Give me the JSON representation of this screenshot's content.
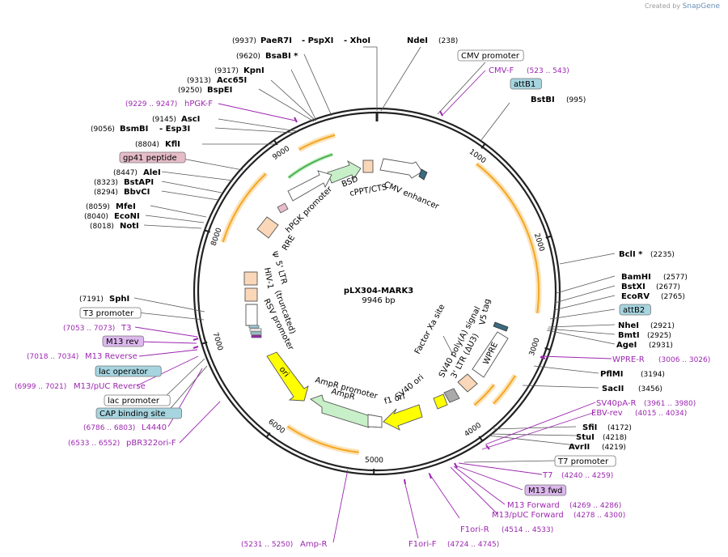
{
  "branding": {
    "created_by": "Created by",
    "app": "SnapGene"
  },
  "plasmid": {
    "name": "pLX304-MARK3",
    "size": "9946 bp",
    "length": 9946
  },
  "ticks": [
    "1000",
    "2000",
    "3000",
    "4000",
    "5000",
    "6000",
    "7000",
    "8000",
    "9000"
  ],
  "sites": [
    {
      "pos": "(9937)",
      "name": "PaeR7I",
      "extra": [
        "- PspXI",
        "- XhoI"
      ]
    },
    {
      "pos": "(238)",
      "name": "NdeI"
    },
    {
      "pos": "(9620)",
      "name": "BsaBI *"
    },
    {
      "pos": "(9317)",
      "name": "KpnI"
    },
    {
      "pos": "(9313)",
      "name": "Acc65I"
    },
    {
      "pos": "(9250)",
      "name": "BspEI"
    },
    {
      "pos": "(995)",
      "name": "BstBI"
    },
    {
      "pos": "(9145)",
      "name": "AscI"
    },
    {
      "pos": "(9056)",
      "name": "BsmBI",
      "extra": [
        "- Esp3I"
      ]
    },
    {
      "pos": "(8804)",
      "name": "KflI"
    },
    {
      "pos": "(8447)",
      "name": "AleI"
    },
    {
      "pos": "(8323)",
      "name": "BstAPI"
    },
    {
      "pos": "(8294)",
      "name": "BbvCI"
    },
    {
      "pos": "(8059)",
      "name": "MfeI"
    },
    {
      "pos": "(8040)",
      "name": "EcoNI"
    },
    {
      "pos": "(8018)",
      "name": "NotI"
    },
    {
      "pos": "(2235)",
      "name": "BclI *"
    },
    {
      "pos": "(2577)",
      "name": "BamHI"
    },
    {
      "pos": "(2677)",
      "name": "BstXI"
    },
    {
      "pos": "(2765)",
      "name": "EcoRV"
    },
    {
      "pos": "(2921)",
      "name": "NheI"
    },
    {
      "pos": "(2925)",
      "name": "BmtI"
    },
    {
      "pos": "(2931)",
      "name": "AgeI"
    },
    {
      "pos": "(3194)",
      "name": "PflMI"
    },
    {
      "pos": "(3456)",
      "name": "SacII"
    },
    {
      "pos": "(7191)",
      "name": "SphI"
    },
    {
      "pos": "(4172)",
      "name": "SfiI"
    },
    {
      "pos": "(4218)",
      "name": "StuI"
    },
    {
      "pos": "(4219)",
      "name": "AvrII"
    }
  ],
  "primers": [
    {
      "name": "CMV-F",
      "range": "(523 .. 543)"
    },
    {
      "name": "hPGK-F",
      "range": "(9229 .. 9247)"
    },
    {
      "name": "T3",
      "range": "(7053 .. 7073)"
    },
    {
      "name": "M13 Reverse",
      "range": "(7018 .. 7034)"
    },
    {
      "name": "M13/pUC Reverse",
      "range": "(6999 .. 7021)"
    },
    {
      "name": "L4440",
      "range": "(6786 .. 6803)"
    },
    {
      "name": "pBR322ori-F",
      "range": "(6533 .. 6552)"
    },
    {
      "name": "WPRE-R",
      "range": "(3006 .. 3026)"
    },
    {
      "name": "SV40pA-R",
      "range": "(3961 .. 3980)"
    },
    {
      "name": "EBV-rev",
      "range": "(4015 .. 4034)"
    },
    {
      "name": "T7",
      "range": "(4240 .. 4259)"
    },
    {
      "name": "M13 Forward",
      "range": "(4269 .. 4286)"
    },
    {
      "name": "M13/pUC Forward",
      "range": "(4278 .. 4300)"
    },
    {
      "name": "F1ori-R",
      "range": "(4514 .. 4533)"
    },
    {
      "name": "F1ori-F",
      "range": "(4724 .. 4745)"
    },
    {
      "name": "Amp-R",
      "range": "(5231 .. 5250)"
    }
  ],
  "boxed_labels": [
    {
      "text": "CMV promoter",
      "color": "#ffffff"
    },
    {
      "text": "attB1",
      "color": "#a6d4df"
    },
    {
      "text": "gp41 peptide",
      "color": "#e5bcc8"
    },
    {
      "text": "attB2",
      "color": "#a6d4df"
    },
    {
      "text": "T3 promoter",
      "color": "#ffffff"
    },
    {
      "text": "M13 rev",
      "color": "#ddb8ee"
    },
    {
      "text": "lac operator",
      "color": "#a6d4df"
    },
    {
      "text": "lac promoter",
      "color": "#ffffff"
    },
    {
      "text": "CAP binding site",
      "color": "#a6d4df"
    },
    {
      "text": "T7 promoter",
      "color": "#ffffff"
    },
    {
      "text": "M13 fwd",
      "color": "#ddb8ee"
    }
  ],
  "inner_labels": [
    "CMV enhancer",
    "BSD",
    "cPPT/CTS",
    "hPGK promoter",
    "RRE",
    "5' LTR",
    "HIV-1",
    "Ψ",
    "RSV promoter",
    "(truncated)",
    "ori",
    "AmpR promoter",
    "AmpR",
    "f1 ori",
    "SV40 ori",
    "SV40 poly(A) signal",
    "3' LTR (ΔU3)",
    "WPRE",
    "V5 tag",
    "Factor Xa site"
  ],
  "colors": {
    "backbone": "#222222",
    "orf": "#f5a623",
    "orf_fill": "#fbe3b8",
    "primer": "#9c27b0",
    "feature_outline": "#555555",
    "bsd": "#c8f0c8",
    "feature_peach": "#fad7b8",
    "ori": "#ffff00",
    "ampr": "#c8f0c8",
    "green_arrow": "#4caf50"
  }
}
